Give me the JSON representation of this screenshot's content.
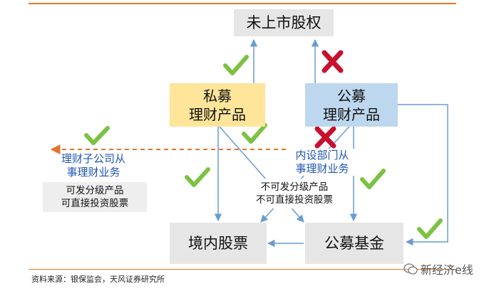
{
  "nodes": {
    "unlisted_equity": "未上市股权",
    "private_wm": [
      "私募",
      "理财产品"
    ],
    "public_wm": [
      "公募",
      "理财产品"
    ],
    "domestic_stocks": "境内股票",
    "public_funds": "公募基金"
  },
  "labels": {
    "subsidiary": [
      "理财子公司从",
      "事理财业务"
    ],
    "internal_dept": [
      "内设部门从",
      "事理财业务"
    ]
  },
  "notes": {
    "subsidiary_note": [
      "可发分级产品",
      "可直接投资股票"
    ],
    "dept_note": [
      "不可发分级产品",
      "不可直接投资股票"
    ]
  },
  "footer": {
    "source": "资料来源：银保监会，天风证券研究所",
    "watermark": "新经济e线"
  },
  "colors": {
    "arrow": "#6a9ccf",
    "dashed": "#e3742c",
    "check": "#7cc242",
    "cross": "#c8102e"
  }
}
